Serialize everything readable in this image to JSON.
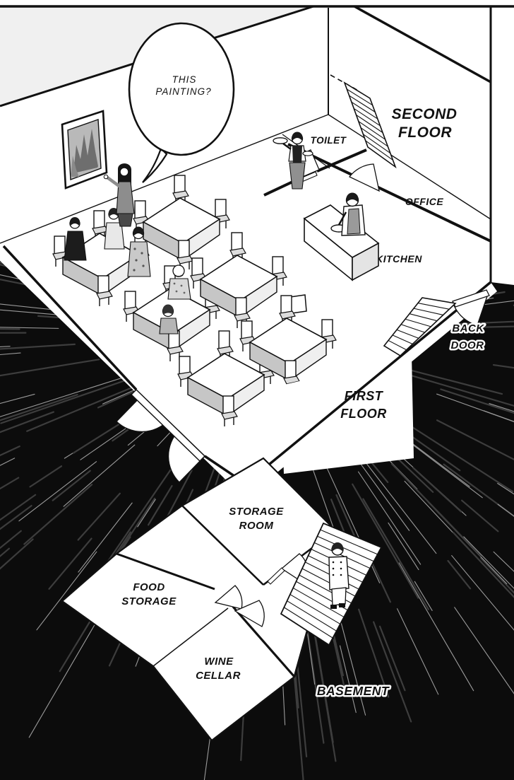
{
  "page": {
    "type": "manga-panel",
    "description": "Isometric cutaway diagram of a restaurant building with dining room, second floor, and basement"
  },
  "colors": {
    "ink": "#111111",
    "paper": "#ffffff",
    "background": "#0c0c0c",
    "shading": "#c6c6c6",
    "outside_wall": "#efefef"
  },
  "speech_bubble": {
    "line1": "THIS",
    "line2": "PAINTING?"
  },
  "labels": {
    "second_floor": {
      "line1": "SECOND",
      "line2": "FLOOR"
    },
    "toilet": "TOILET",
    "office": "OFFICE",
    "kitchen": "KITCHEN",
    "back_door": {
      "line1": "BACK",
      "line2": "DOOR"
    },
    "first_floor": {
      "line1": "FIRST",
      "line2": "FLOOR"
    },
    "storage_room": {
      "line1": "STORAGE",
      "line2": "ROOM"
    },
    "food_storage": {
      "line1": "FOOD",
      "line2": "STORAGE"
    },
    "wine_cellar": {
      "line1": "WINE",
      "line2": "CELLAR"
    },
    "basement": "BASEMENT"
  }
}
